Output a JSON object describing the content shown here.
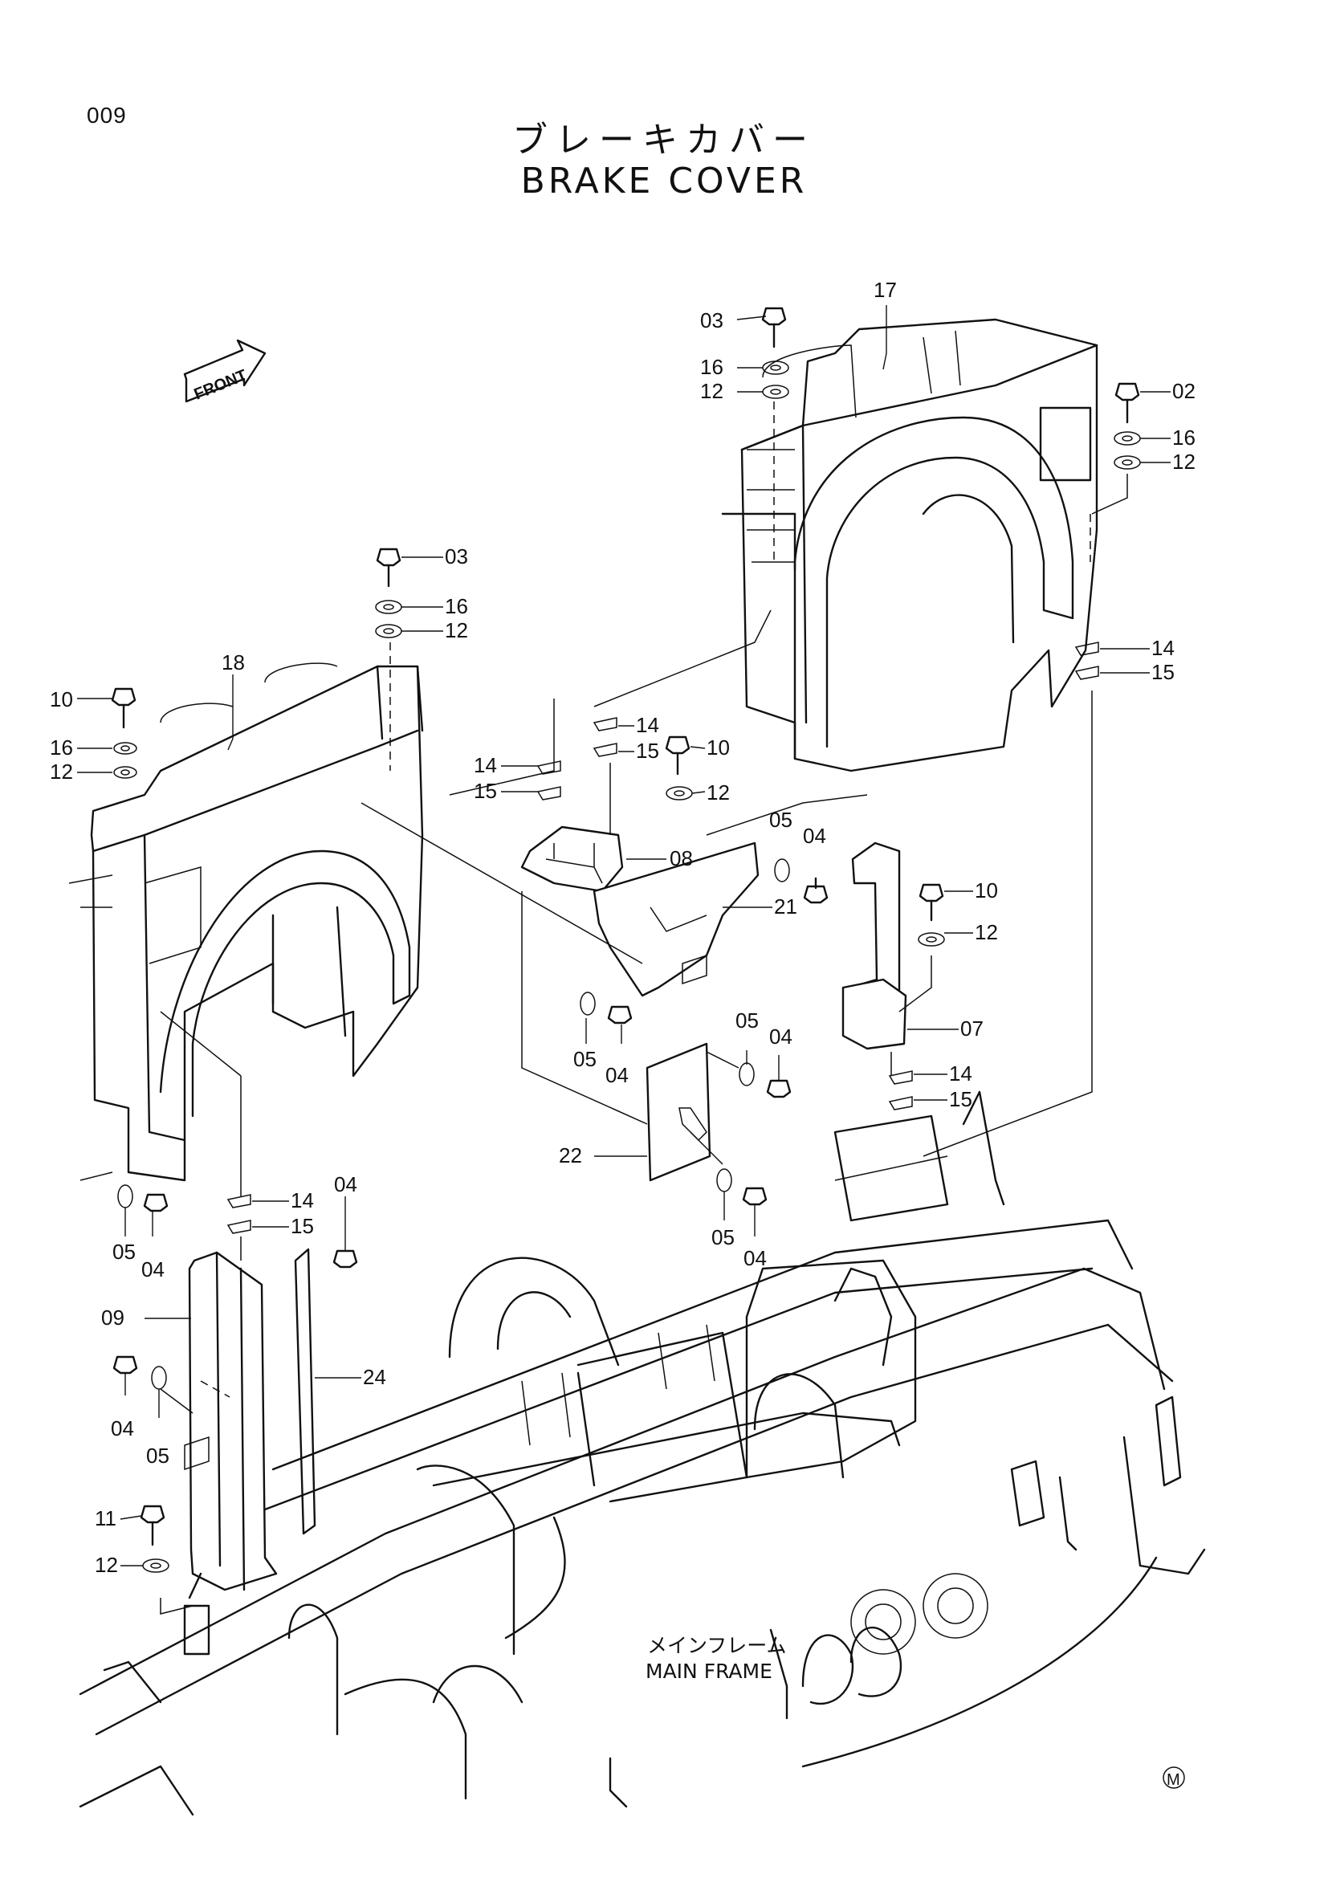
{
  "page_number": "009",
  "title_jp": "ブレーキカバー",
  "title_en": "BRAKE COVER",
  "front_arrow": "FRONT",
  "main_frame": {
    "jp": "メインフレーム",
    "en": "MAIN FRAME"
  },
  "corner_mark": "M",
  "callouts": [
    "03",
    "16",
    "12",
    "17",
    "02",
    "16",
    "12",
    "03",
    "16",
    "12",
    "18",
    "10",
    "16",
    "12",
    "14",
    "15",
    "14",
    "15",
    "10",
    "12",
    "14",
    "15",
    "08",
    "05",
    "04",
    "10",
    "12",
    "21",
    "07",
    "05",
    "04",
    "05",
    "04",
    "14",
    "15",
    "22",
    "14",
    "15",
    "04",
    "05",
    "04",
    "05",
    "04",
    "09",
    "24",
    "04",
    "05",
    "11",
    "12"
  ]
}
